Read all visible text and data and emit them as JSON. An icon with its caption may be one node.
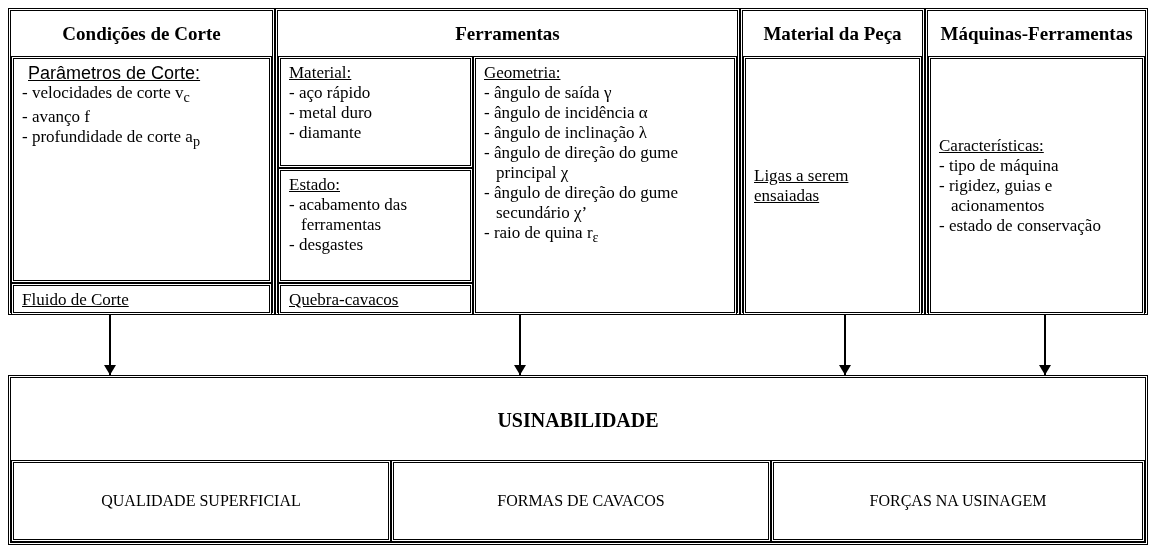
{
  "diagram": {
    "nodes": [
      {
        "text": [
          "Condições de Corte"
        ]
      },
      {
        "text": [
          "Parâmetros de Corte:",
          "- velocidades de corte v$_{c}$",
          "- avanço f",
          "- profundidade de corte a$_{p}$"
        ],
        "in": 0
      },
      {
        "text": [
          "Fluido de Corte"
        ],
        "in": 0
      },
      {
        "text": [
          "Ferramentas"
        ]
      },
      {
        "text": [
          "Material:",
          "- aço rápido",
          "- metal duro",
          "- diamante"
        ],
        "in": 3
      },
      {
        "text": [
          "Estado:",
          "- acabamento das ferramentas",
          "- desgastes"
        ],
        "in": 3
      },
      {
        "text": [
          "Quebra-cavacos"
        ],
        "in": 3
      },
      {
        "text": [
          "Geometria:",
          "- ângulo de saída γ",
          "- ângulo de incidência α",
          "- ângulo de inclinação λ",
          "- ângulo de direção do gume principal χ",
          "- ângulo de direção do gume secundário χ’",
          "- raio de quina r$_{ε}$"
        ],
        "in": 3
      },
      {
        "text": [
          "Material da Peça"
        ]
      },
      {
        "text": [
          "Ligas a serem ensaiadas"
        ],
        "in": 8
      },
      {
        "text": [
          "Máquinas-Ferramentas"
        ]
      },
      {
        "text": [
          "Características:",
          "- tipo de máquina",
          "- rigidez, guias e acionamentos",
          "- estado de conservação"
        ],
        "in": 10
      },
      {
        "text": [
          "USINABILIDADE"
        ]
      },
      {
        "text": [
          "QUALIDADE SUPERFICIAL"
        ],
        "in": 12
      },
      {
        "text": [
          "FORMAS DE CAVACOS"
        ],
        "in": 12
      },
      {
        "text": [
          "FORÇAS NA USINAGEM"
        ],
        "in": 12
      }
    ],
    "edges": [
      {
        "from": 0,
        "to": 12,
        "arrow": "to"
      },
      {
        "from": 3,
        "to": 12,
        "arrow": "to"
      },
      {
        "from": 8,
        "to": 12,
        "arrow": "to"
      },
      {
        "from": 10,
        "to": 12,
        "arrow": "to"
      }
    ]
  }
}
